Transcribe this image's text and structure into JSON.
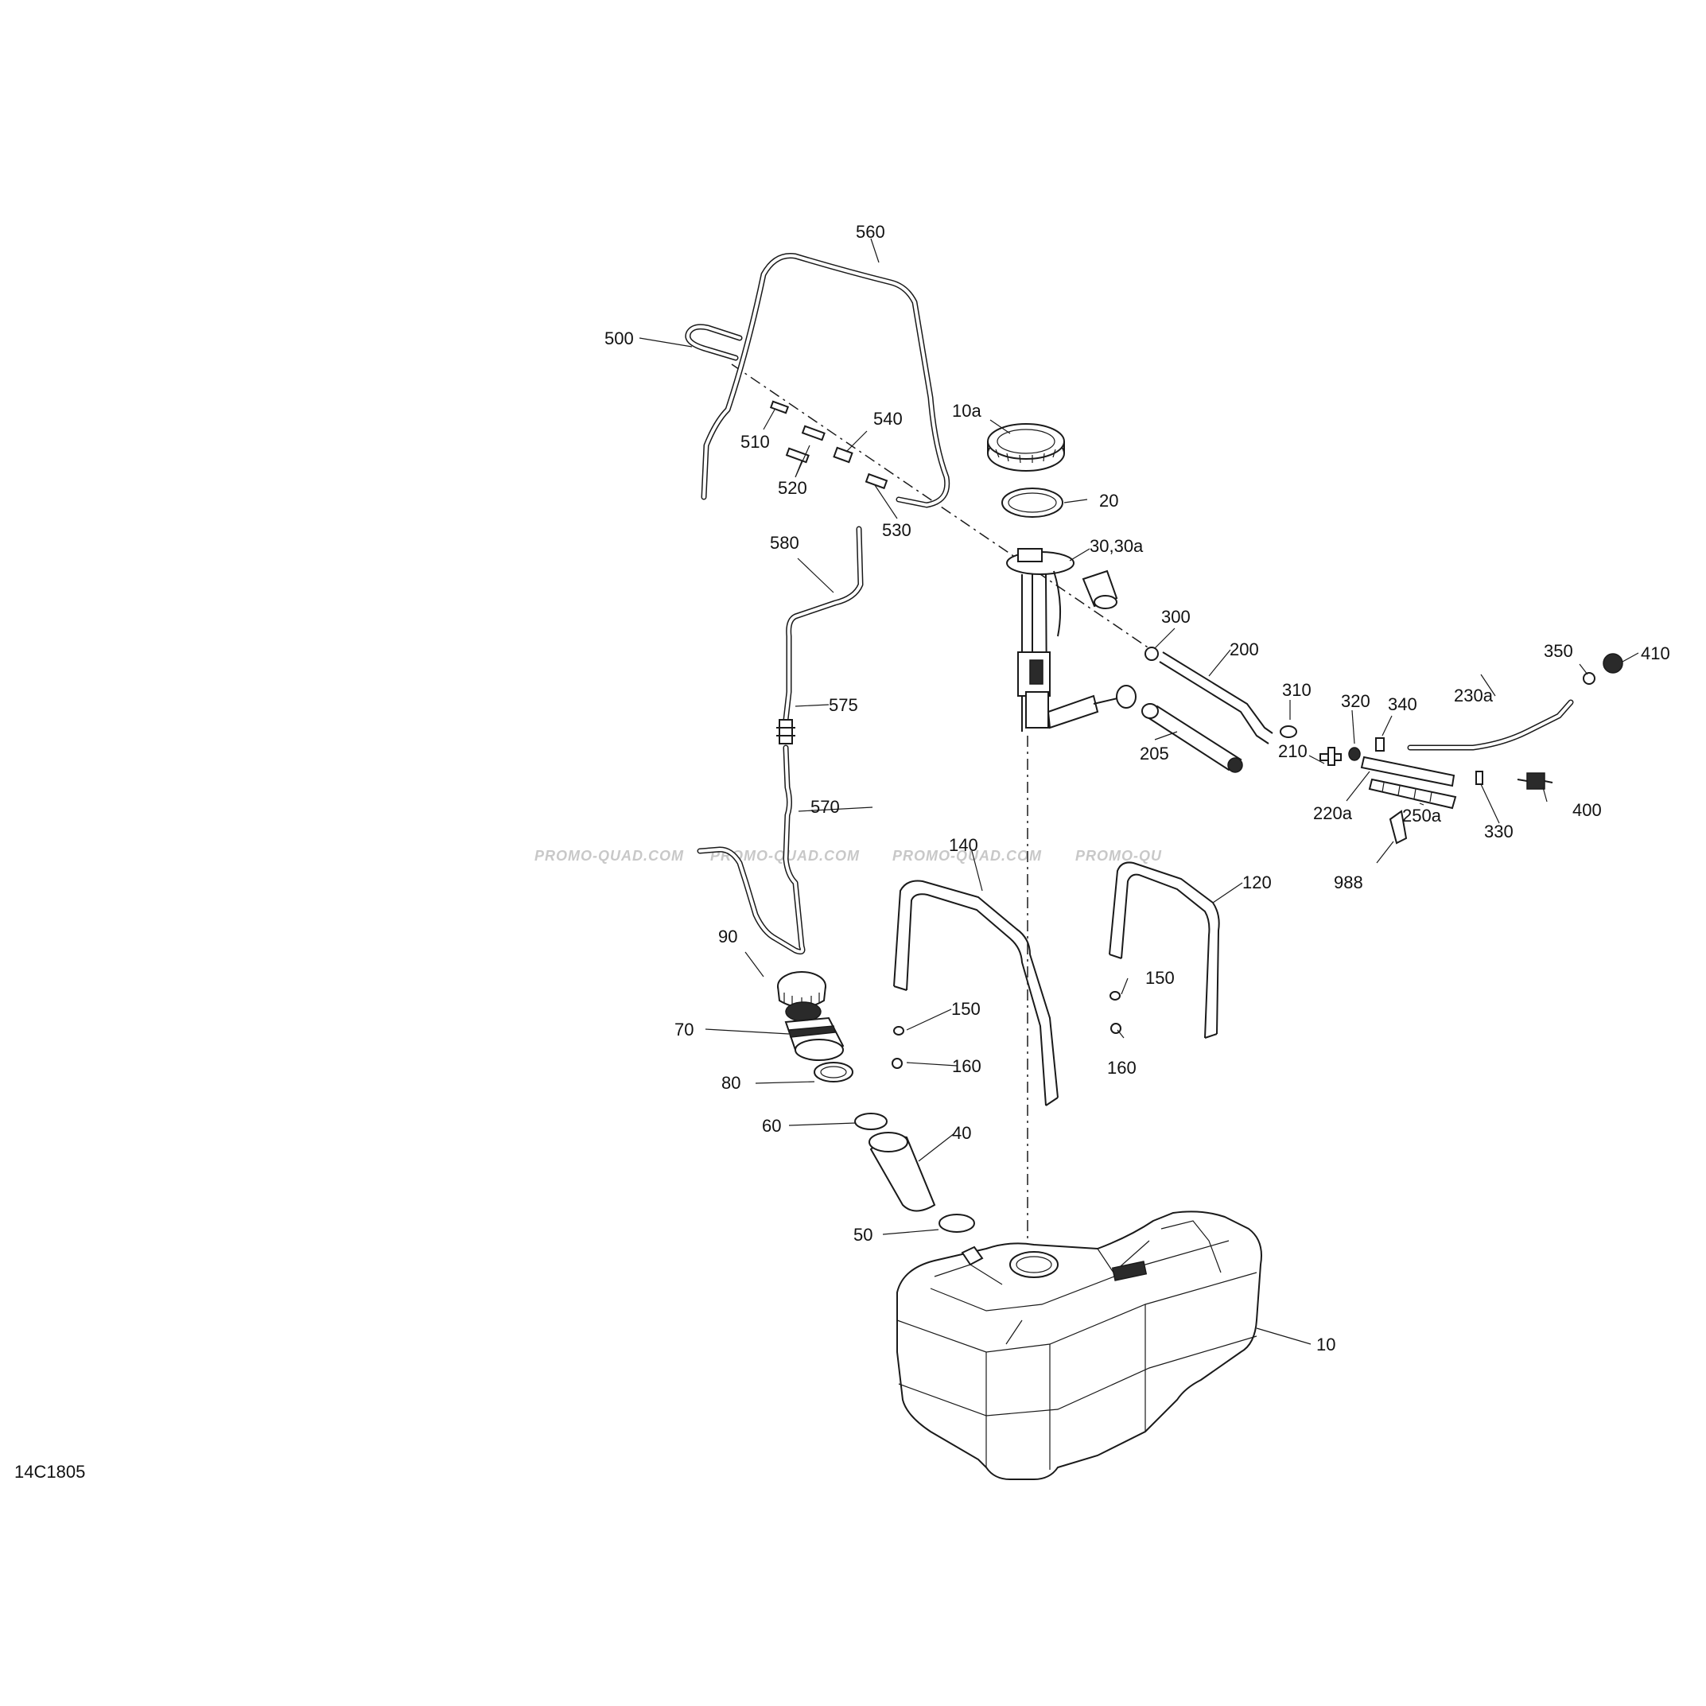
{
  "diagram_code": "14C1805",
  "watermarks": [
    "PROMO-QUAD.COM",
    "PROMO-QUAD.COM",
    "PROMO-QUAD.COM",
    "PROMO-QU"
  ],
  "callouts": {
    "c560": "560",
    "c500": "500",
    "c510": "510",
    "c540": "540",
    "c520": "520",
    "c530": "530",
    "c10a": "10a",
    "c20": "20",
    "c30": "30,30a",
    "c580": "580",
    "c300": "300",
    "c200": "200",
    "c575": "575",
    "c205": "205",
    "c310": "310",
    "c320": "320",
    "c340": "340",
    "c230a": "230a",
    "c350": "350",
    "c410": "410",
    "c210": "210",
    "c220a": "220a",
    "c400": "400",
    "c330": "330",
    "c250a": "250a",
    "c988": "988",
    "c570": "570",
    "c140": "140",
    "c120": "120",
    "c90": "90",
    "c150a": "150",
    "c150b": "150",
    "c70": "70",
    "c160a": "160",
    "c160b": "160",
    "c80": "80",
    "c60": "60",
    "c40": "40",
    "c50": "50",
    "c10": "10"
  }
}
